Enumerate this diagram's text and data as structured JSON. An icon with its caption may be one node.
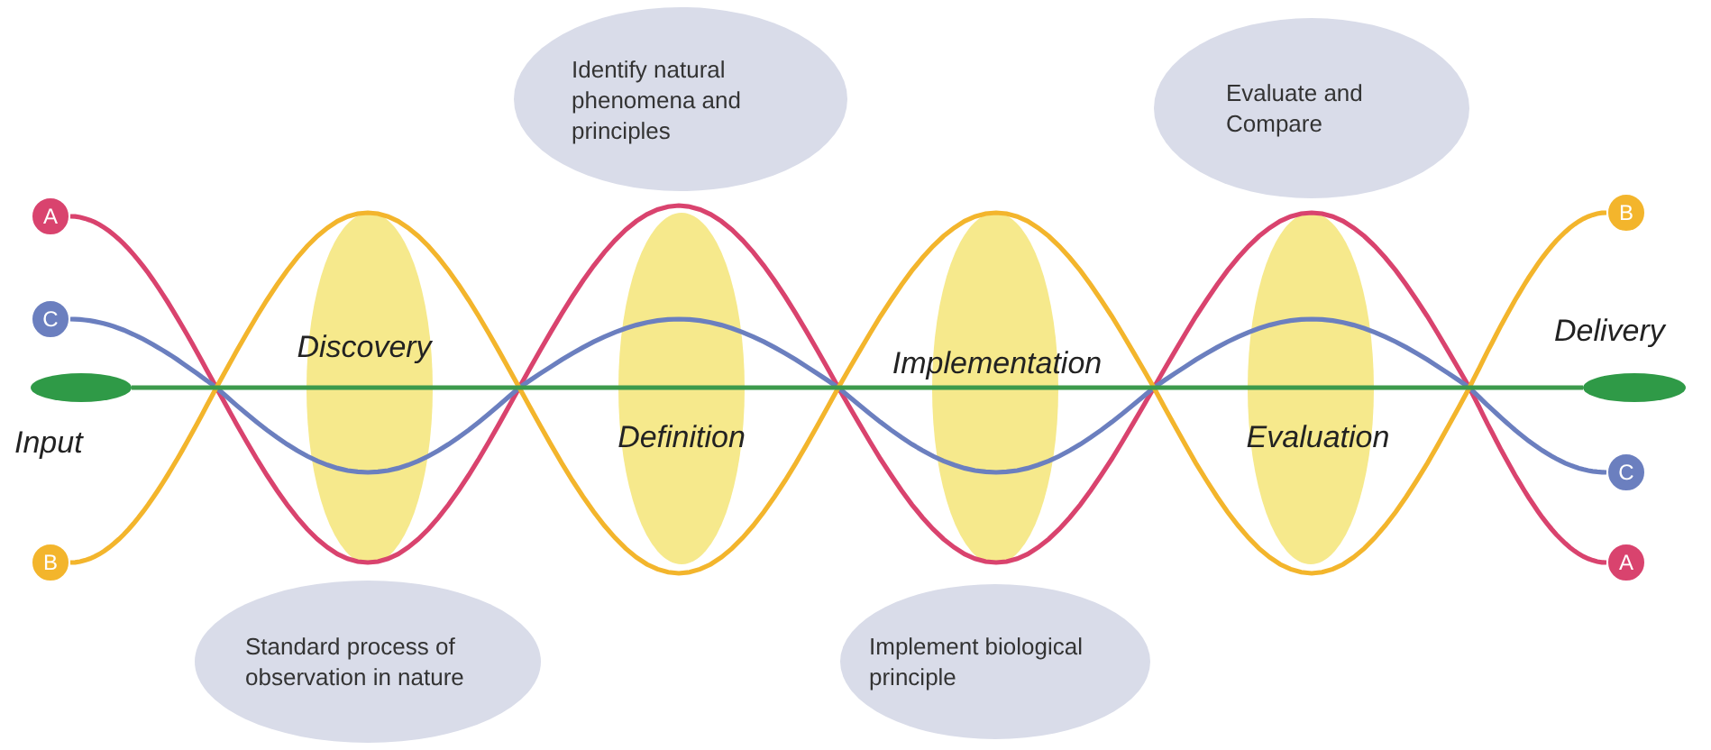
{
  "diagram": {
    "nodes": [
      {
        "text": [
          "A"
        ]
      },
      {
        "text": [
          "C"
        ]
      },
      {
        "text": [
          "B"
        ]
      },
      {
        "text": [],
        "shape": "ellipse",
        "beside": [
          "Input"
        ]
      },
      {
        "text": [],
        "shape": "ellipse",
        "beside": [
          "Delivery"
        ]
      },
      {
        "text": [
          "B"
        ]
      },
      {
        "text": [
          "C"
        ]
      },
      {
        "text": [
          "A"
        ]
      },
      {
        "text": [
          "Identify natural phenomena and principles"
        ]
      },
      {
        "text": [
          "Evaluate and Compare"
        ]
      },
      {
        "text": [
          "Standard process of observation in nature"
        ]
      },
      {
        "text": [
          "Implement biological principle"
        ]
      }
    ],
    "edges": [
      {
        "from": 0,
        "to": 7,
        "arrow": "none",
        "color": "#d9436e"
      },
      {
        "from": 1,
        "to": 6,
        "arrow": "none",
        "color": "#6b7fbf"
      },
      {
        "from": 2,
        "to": 5,
        "arrow": "none",
        "color": "#f3b52c"
      },
      {
        "from": 3,
        "to": 4,
        "arrow": "none",
        "color": "#3c9a4c"
      }
    ],
    "labels": [
      "Discovery",
      "Definition",
      "Implementation",
      "Evaluation"
    ]
  }
}
